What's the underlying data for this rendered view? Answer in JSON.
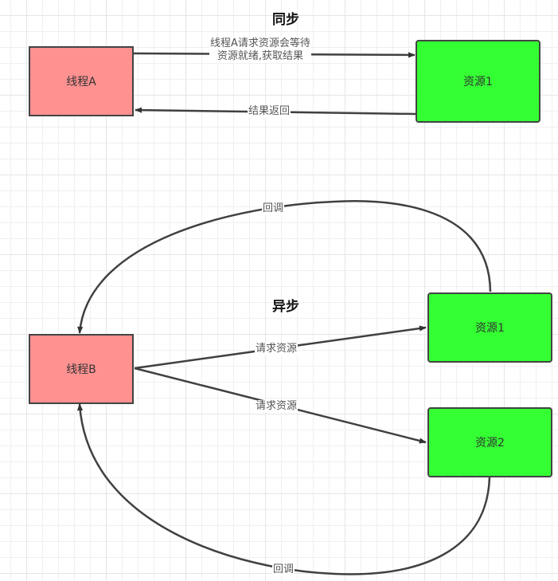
{
  "diagram": {
    "sync": {
      "title": "同步",
      "thread": {
        "label": "线程A",
        "color": "#ff9191"
      },
      "resource": {
        "label": "资源1",
        "color": "#33ff33"
      },
      "request_edge": {
        "label_line1": "线程A请求资源会等待",
        "label_line2": "资源就绪,获取结果"
      },
      "return_edge": {
        "label": "结果返回"
      }
    },
    "async": {
      "title": "异步",
      "thread": {
        "label": "线程B",
        "color": "#ff9191"
      },
      "resource1": {
        "label": "资源1",
        "color": "#33ff33"
      },
      "resource2": {
        "label": "资源2",
        "color": "#33ff33"
      },
      "request1_edge": {
        "label": "请求资源"
      },
      "request2_edge": {
        "label": "请求资源"
      },
      "callback1_edge": {
        "label": "回调"
      },
      "callback2_edge": {
        "label": "回调"
      }
    },
    "edge_color": "#404040",
    "node_border_color": "#444444"
  }
}
